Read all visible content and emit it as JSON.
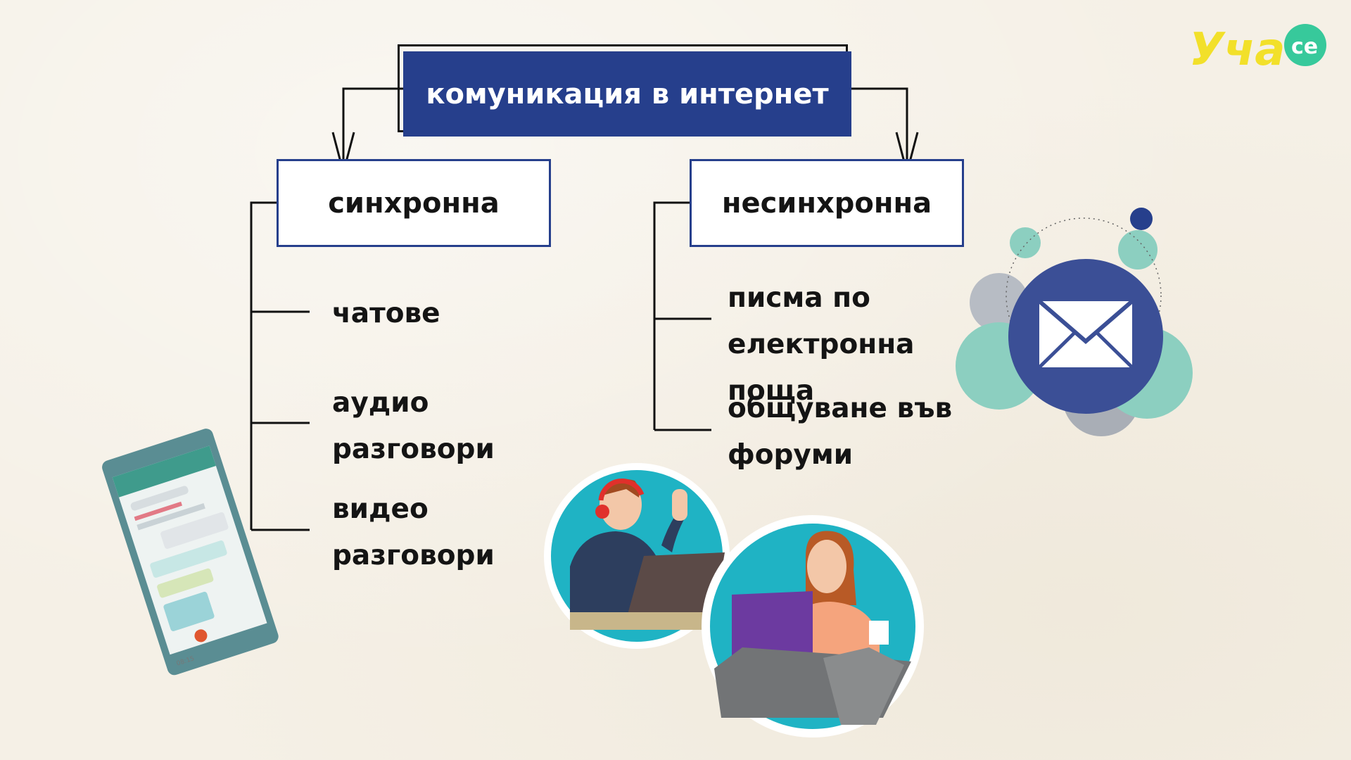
{
  "title": "комуникация в интернет",
  "branches": {
    "sync": {
      "label": "синхронна",
      "items": [
        "чатове",
        "аудио разговори",
        "видео разговори"
      ]
    },
    "async": {
      "label": "несинхронна",
      "items": [
        "писма по електронна поща",
        "общуване във форуми"
      ]
    }
  },
  "logo": {
    "text": "Уча",
    "badge": "се"
  },
  "phone": {
    "time": "08:15"
  },
  "colors": {
    "navy": "#263f8c",
    "teal": "#1fb3c4",
    "mint": "#8ccfc0",
    "logo_yellow": "#f2e02a",
    "logo_green": "#37c99b",
    "background": "#f5f0e6"
  },
  "icons": [
    "envelope-icon",
    "smartphone-icon",
    "man-with-headset-icon",
    "woman-with-laptop-icon"
  ]
}
